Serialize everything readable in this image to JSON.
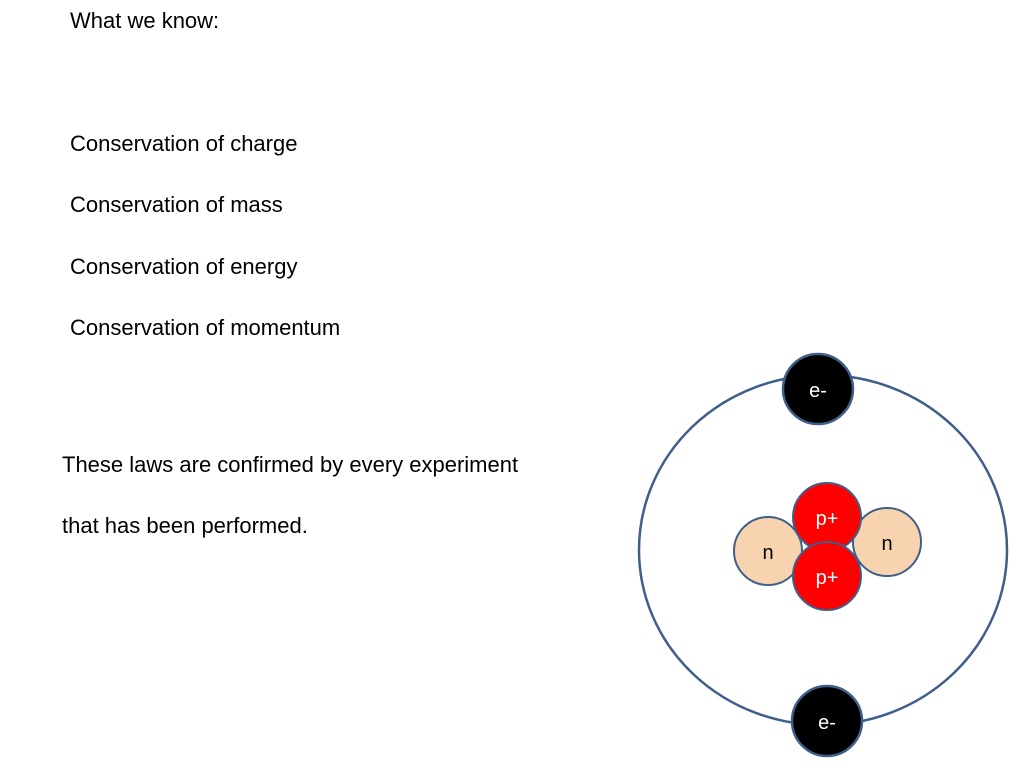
{
  "heading": "What we know:",
  "laws": [
    "Conservation of charge",
    "Conservation of mass",
    "Conservation of energy",
    "Conservation of momentum"
  ],
  "statement": [
    "These laws are confirmed by every experiment",
    "that has been performed."
  ],
  "atom": {
    "electron_label": "e-",
    "proton_label": "p+",
    "neutron_label": "n",
    "colors": {
      "orbit": "#3f5f8a",
      "electron_fill": "#000000",
      "electron_text": "#ffffff",
      "proton_fill": "#ff0000",
      "proton_text": "#ffffff",
      "neutron_fill": "#f8d3b0",
      "neutron_text": "#000000",
      "particle_stroke": "#3f5f8a"
    }
  }
}
